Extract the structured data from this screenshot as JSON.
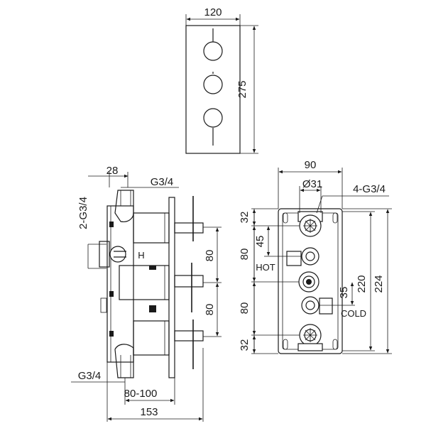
{
  "front_view": {
    "width_label": "120",
    "height_label": "275"
  },
  "side_view": {
    "top_label": "28",
    "thread_top": "G3/4",
    "thread_left": "2-G3/4",
    "spacing_upper": "80",
    "spacing_lower": "80",
    "thread_bottom": "G3/4",
    "depth_range": "80-100",
    "overall_depth": "153",
    "marker_letter": "H"
  },
  "back_view": {
    "width_label": "90",
    "diameter_label": "Ø31",
    "thread_label": "4-G3/4",
    "offset_top": "32",
    "offset_45": "45",
    "spacing_upper": "80",
    "spacing_lower": "80",
    "offset_bottom": "32",
    "offset_35": "35",
    "height_inner": "220",
    "height_outer": "224",
    "hot_label": "HOT",
    "cold_label": "COLD"
  }
}
